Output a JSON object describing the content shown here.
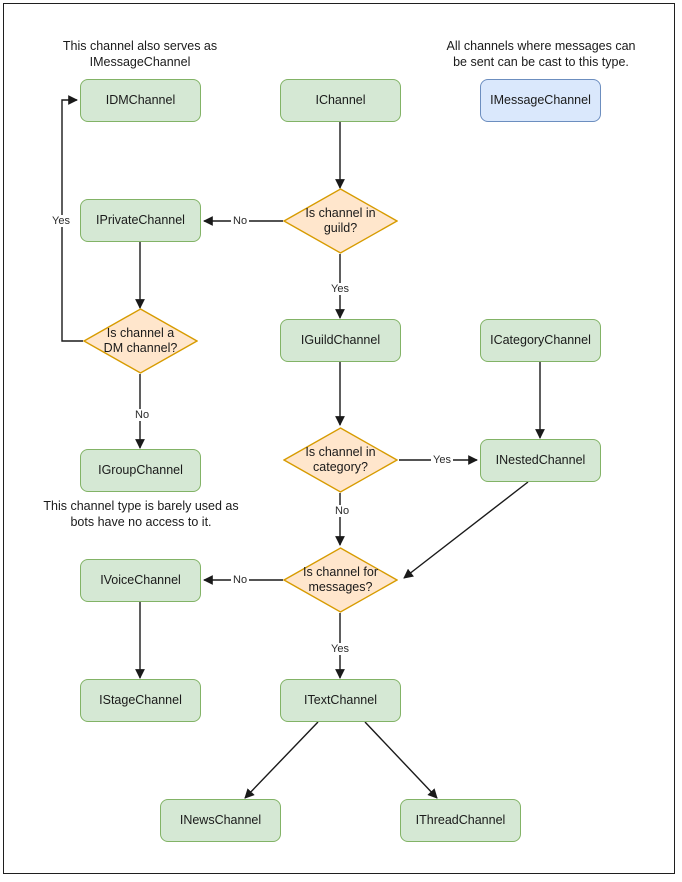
{
  "diagram": {
    "title": "Discord channel interface hierarchy flowchart",
    "colors": {
      "green_fill": "#d5e8d4",
      "green_stroke": "#82b366",
      "blue_fill": "#dae8fc",
      "blue_stroke": "#6c8ebf",
      "orange_fill": "#ffe6cc",
      "orange_stroke": "#d79b00",
      "edge_stroke": "#1a1a1a",
      "frame_stroke": "#1f1f1f",
      "background": "#ffffff"
    },
    "nodes": {
      "idm_channel": "IDMChannel",
      "ichannel": "IChannel",
      "imessage_channel": "IMessageChannel",
      "iprivate_channel": "IPrivateChannel",
      "iguild_channel": "IGuildChannel",
      "icategory_channel": "ICategoryChannel",
      "igroup_channel": "IGroupChannel",
      "inested_channel": "INestedChannel",
      "ivoice_channel": "IVoiceChannel",
      "istage_channel": "IStageChannel",
      "itext_channel": "ITextChannel",
      "inews_channel": "INewsChannel",
      "ithread_channel": "IThreadChannel"
    },
    "decisions": {
      "in_guild": "Is channel in\nguild?",
      "is_dm": "Is channel a\nDM channel?",
      "in_category": "Is channel in\ncategory?",
      "for_messages": "Is channel for\nmessages?"
    },
    "notes": {
      "dm_note": "This channel also serves as\nIMessageChannel",
      "message_note": "All channels where messages can\nbe sent can be cast to this type.",
      "group_note": "This channel type is barely used as\nbots have no access to it."
    },
    "edge_labels": {
      "guild_no": "No",
      "guild_yes": "Yes",
      "dm_yes": "Yes",
      "dm_no": "No",
      "category_yes": "Yes",
      "category_no": "No",
      "messages_no": "No",
      "messages_yes": "Yes"
    }
  }
}
